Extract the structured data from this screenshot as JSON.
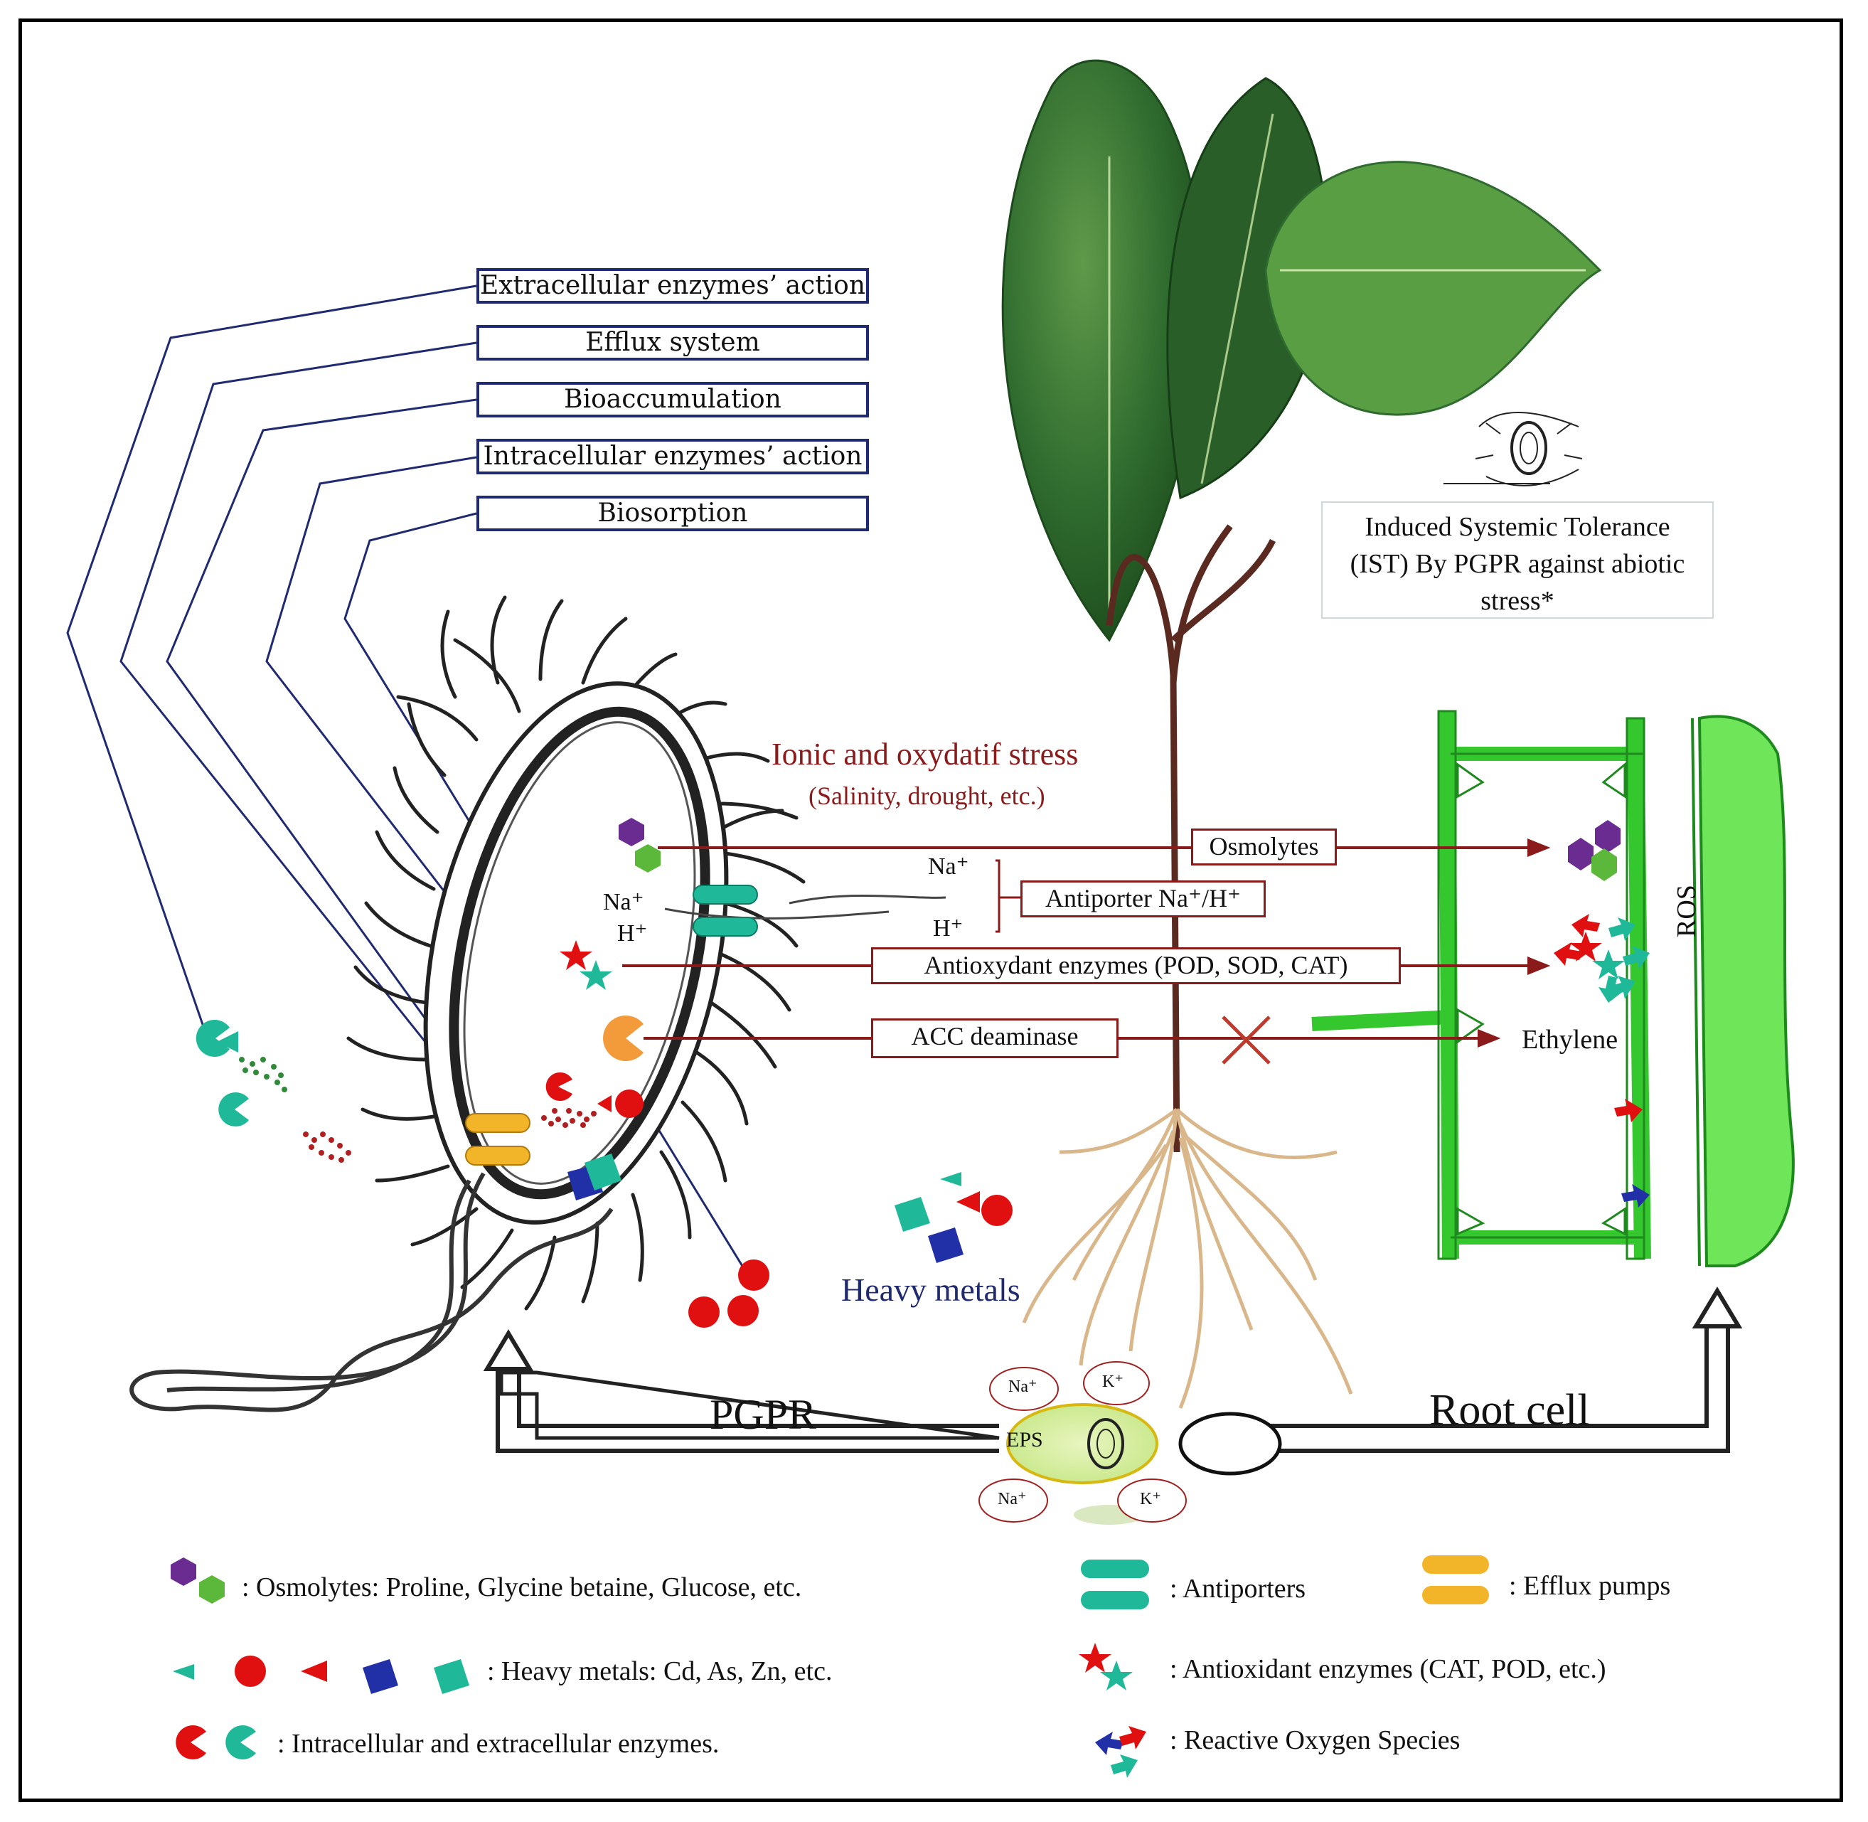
{
  "mechanisms": [
    "Extracellular enzymes’ action",
    "Efflux system",
    "Bioaccumulation",
    "Intracellular enzymes’ action",
    "Biosorption"
  ],
  "ist_label": "Induced Systemic Tolerance (IST) By PGPR against abiotic stress*",
  "stress": {
    "title": "Ionic and oxydatif stress",
    "subtitle": "(Salinity, drought, etc.)"
  },
  "arrows": {
    "osmolytes": "Osmolytes",
    "antiporter": "Antiporter Na⁺/H⁺",
    "antioxidant": "Antioxydant enzymes (POD, SOD, CAT)",
    "acc": "ACC deaminase"
  },
  "ions": {
    "na_right": "Na⁺",
    "h_right": "H⁺",
    "na_left": "Na⁺",
    "h_left": "H⁺"
  },
  "labels": {
    "ethylene": "Ethylene",
    "ros": "ROS",
    "heavy_metals": "Heavy metals",
    "pgpr": "PGPR",
    "root_cell": "Root cell",
    "eps": "EPS",
    "na1": "Na⁺",
    "k1": "K⁺",
    "na2": "Na⁺",
    "k2": "K⁺"
  },
  "legend": {
    "osmolytes": ": Osmolytes: Proline, Glycine betaine, Glucose, etc.",
    "heavy_metals": ": Heavy metals: Cd, As, Zn, etc.",
    "enzymes": ": Intracellular and extracellular enzymes.",
    "antiporters": ": Antiporters",
    "efflux": ": Efflux pumps",
    "antioxidant": ": Antioxidant enzymes (CAT, POD, etc.)",
    "ros": ": Reactive Oxygen Species"
  },
  "colors": {
    "purple": "#6a2c91",
    "green": "#5cb83a",
    "teal": "#1fb99a",
    "red": "#e01010",
    "blue": "#2230a8",
    "orange": "#f39a3a",
    "yellow": "#f2b52a",
    "darkred": "#8b1a1a",
    "navy": "#1f2a70",
    "cellgreen": "#3fd13a"
  }
}
